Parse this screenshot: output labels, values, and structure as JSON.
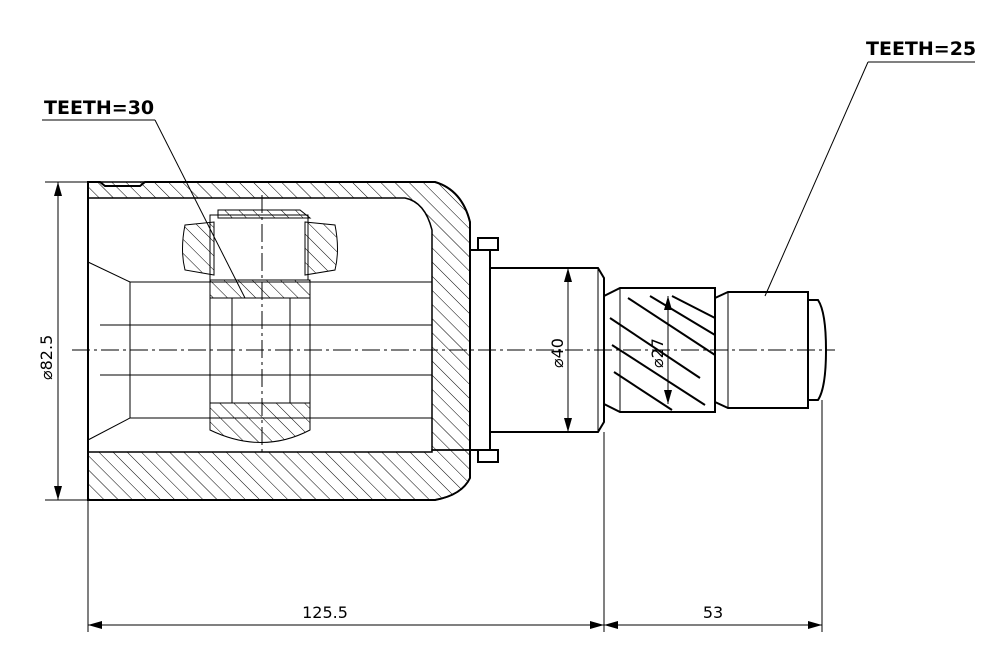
{
  "labels": {
    "teeth_inner": "TEETH=30",
    "teeth_outer": "TEETH=25"
  },
  "dimensions": {
    "housing_diameter": "⌀82.5",
    "shaft_diameter": "⌀40",
    "spline_diameter": "⌀27",
    "housing_length": "125.5",
    "stem_length": "53"
  }
}
